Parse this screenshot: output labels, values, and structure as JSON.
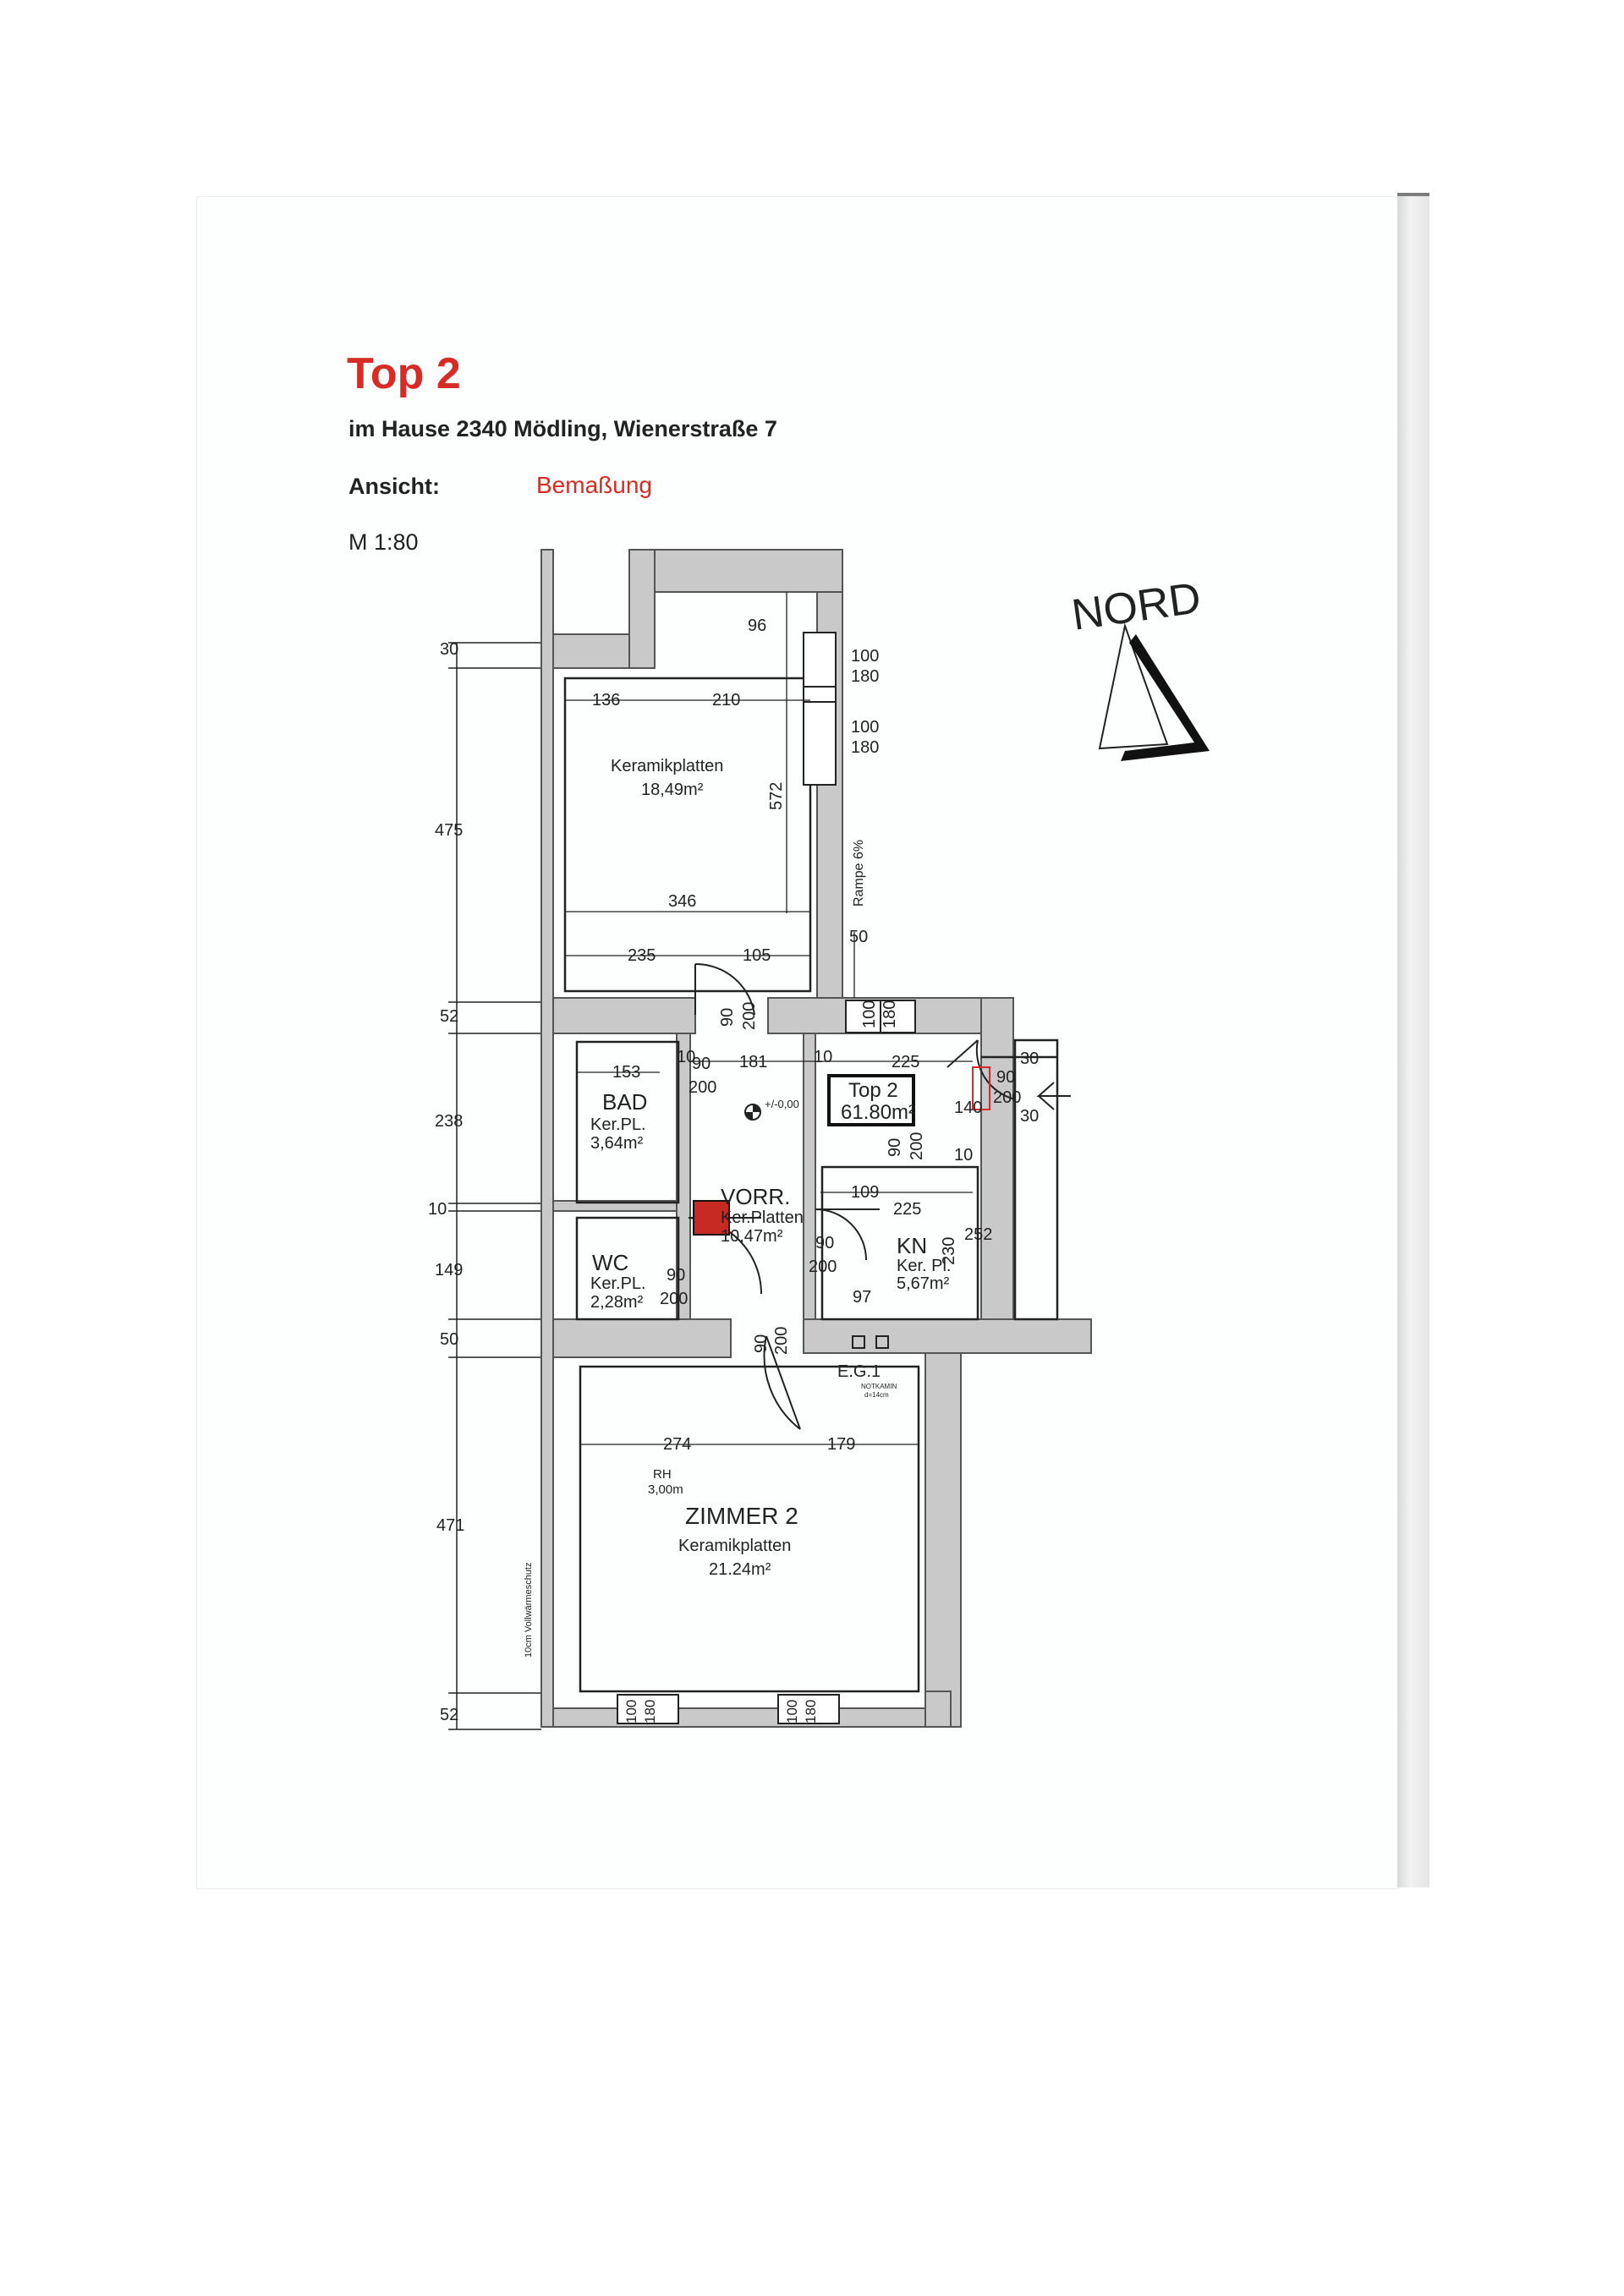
{
  "header": {
    "title": "Top 2",
    "subtitle": "im Hause 2340 Mödling, Wienerstraße 7",
    "view_label": "Ansicht:",
    "view_value": "Bemaßung",
    "scale": "M 1:80"
  },
  "compass": {
    "label": "NORD"
  },
  "colors": {
    "accent": "#d92b25",
    "wall": "#c9c9c9",
    "line": "#222222"
  },
  "rooms": {
    "room1": {
      "floor": "Keramikplatten",
      "area": "18,49m²"
    },
    "bad": {
      "name": "BAD",
      "floor": "Ker.PL.",
      "area": "3,64m²"
    },
    "vorr": {
      "name": "VORR.",
      "floor": "Ker.Platten",
      "area": "10,47m²"
    },
    "wc": {
      "name": "WC",
      "floor": "Ker.PL.",
      "area": "2,28m²"
    },
    "kn": {
      "name": "KN",
      "floor": "Ker. Pl.",
      "area": "5,67m²"
    },
    "zimmer2": {
      "name": "ZIMMER 2",
      "floor": "Keramikplatten",
      "area": "21.24m²",
      "rh_label": "RH",
      "rh_value": "3,00m"
    }
  },
  "unit_box": {
    "name": "Top 2",
    "area": "61.80m²"
  },
  "level_mark": "+/-0,00",
  "ramp_label": "Rampe 6%",
  "chimney": {
    "label": "E.G.1",
    "note1": "NOTKAMIN",
    "note2": "d=14cm"
  },
  "insulation_note": "10cm Vollwärmeschutz",
  "dimensions": {
    "left_chain": [
      "30",
      "475",
      "52",
      "238",
      "10",
      "149",
      "50",
      "471",
      "52"
    ],
    "d96": "96",
    "d136": "136",
    "d210": "210",
    "d572": "572",
    "d346": "346",
    "d235": "235",
    "d105": "105",
    "win1a": "100",
    "win1b": "180",
    "win2a": "100",
    "win2b": "180",
    "d50": "50",
    "win3a": "100",
    "win3b": "180",
    "door1a": "90",
    "door1b": "200",
    "d153": "153",
    "d10a": "10",
    "d90a": "90",
    "d200a": "200",
    "d181": "181",
    "d10b": "10",
    "d225a": "225",
    "d30a": "30",
    "d90b": "90",
    "d200b": "200",
    "d140": "140",
    "d30b": "30",
    "door2a": "90",
    "door2b": "200",
    "d10c": "10",
    "d109": "109",
    "d225b": "225",
    "d230": "230",
    "d252": "252",
    "d90c": "90",
    "d200c": "200",
    "d90d": "90",
    "d200d": "200",
    "d97": "97",
    "door3a": "90",
    "door3b": "200",
    "d274": "274",
    "d179": "179",
    "win4a": "100",
    "win4b": "180",
    "win5a": "100",
    "win5b": "180"
  }
}
